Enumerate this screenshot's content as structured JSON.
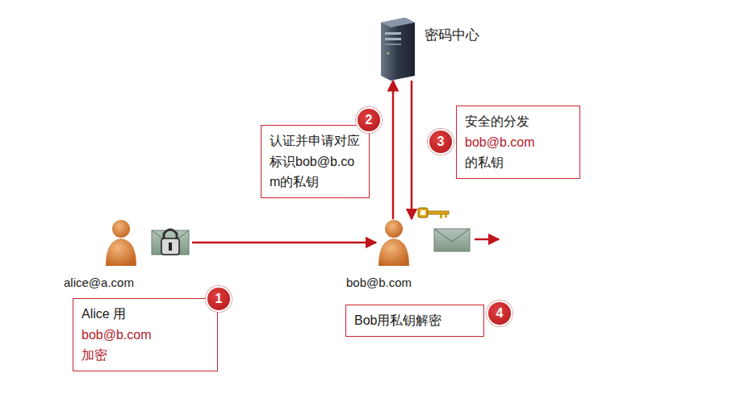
{
  "diagram": {
    "nodes": [
      {
        "text": [
          "密码中心"
        ]
      },
      {
        "text": [
          "认证并申请对应标识bob@b.com的私钥"
        ]
      },
      {
        "text": [
          "安全的分发",
          "bob@b.com",
          "的私钥"
        ]
      },
      {
        "text": [
          "alice@a.com"
        ]
      },
      {
        "text": [
          "bob@b.com"
        ]
      },
      {
        "text": [
          "Alice 用",
          "bob@b.com",
          "加密"
        ]
      },
      {
        "text": [
          "Bob用私钥解密"
        ]
      }
    ],
    "edges": [
      {
        "from": 3,
        "to": 4,
        "arrow": "to"
      },
      {
        "from": 4,
        "to": 0,
        "arrow": "to"
      },
      {
        "from": 0,
        "to": 4,
        "arrow": "to"
      }
    ],
    "labels": [
      "2",
      "3",
      "1",
      "4"
    ]
  }
}
